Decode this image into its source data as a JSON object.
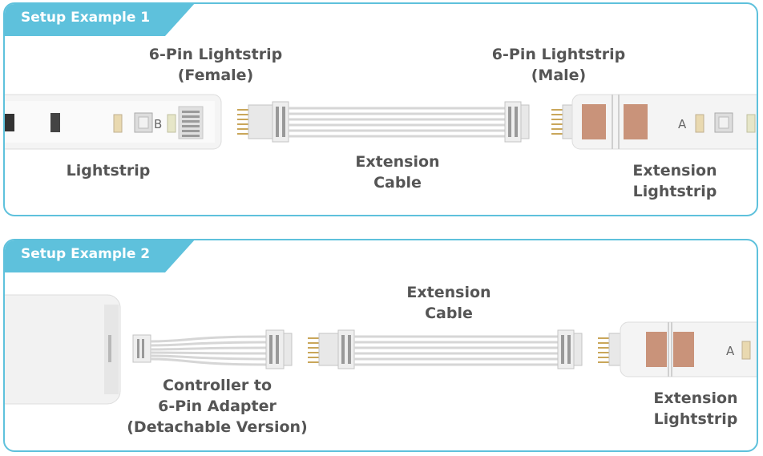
{
  "setup1": {
    "title": "Setup Example 1",
    "female_label": [
      "6-Pin Lightstrip",
      "(Female)"
    ],
    "male_label": [
      "6-Pin Lightstrip",
      "(Male)"
    ],
    "lightstrip_label": "Lightstrip",
    "cable_label": [
      "Extension",
      "Cable"
    ],
    "ext_strip_label": [
      "Extension",
      "Lightstrip"
    ],
    "strip_letter_left": "B",
    "strip_letter_right": "A"
  },
  "setup2": {
    "title": "Setup Example 2",
    "cable_label": [
      "Extension",
      "Cable"
    ],
    "adapter_label": [
      "Controller to",
      "6-Pin Adapter",
      "(Detachable Version)"
    ],
    "ext_strip_label": [
      "Extension",
      "Lightstrip"
    ],
    "strip_letter": "A"
  },
  "colors": {
    "accent": "#5ec1dc",
    "label": "#555555",
    "copper": "#c9937a"
  }
}
